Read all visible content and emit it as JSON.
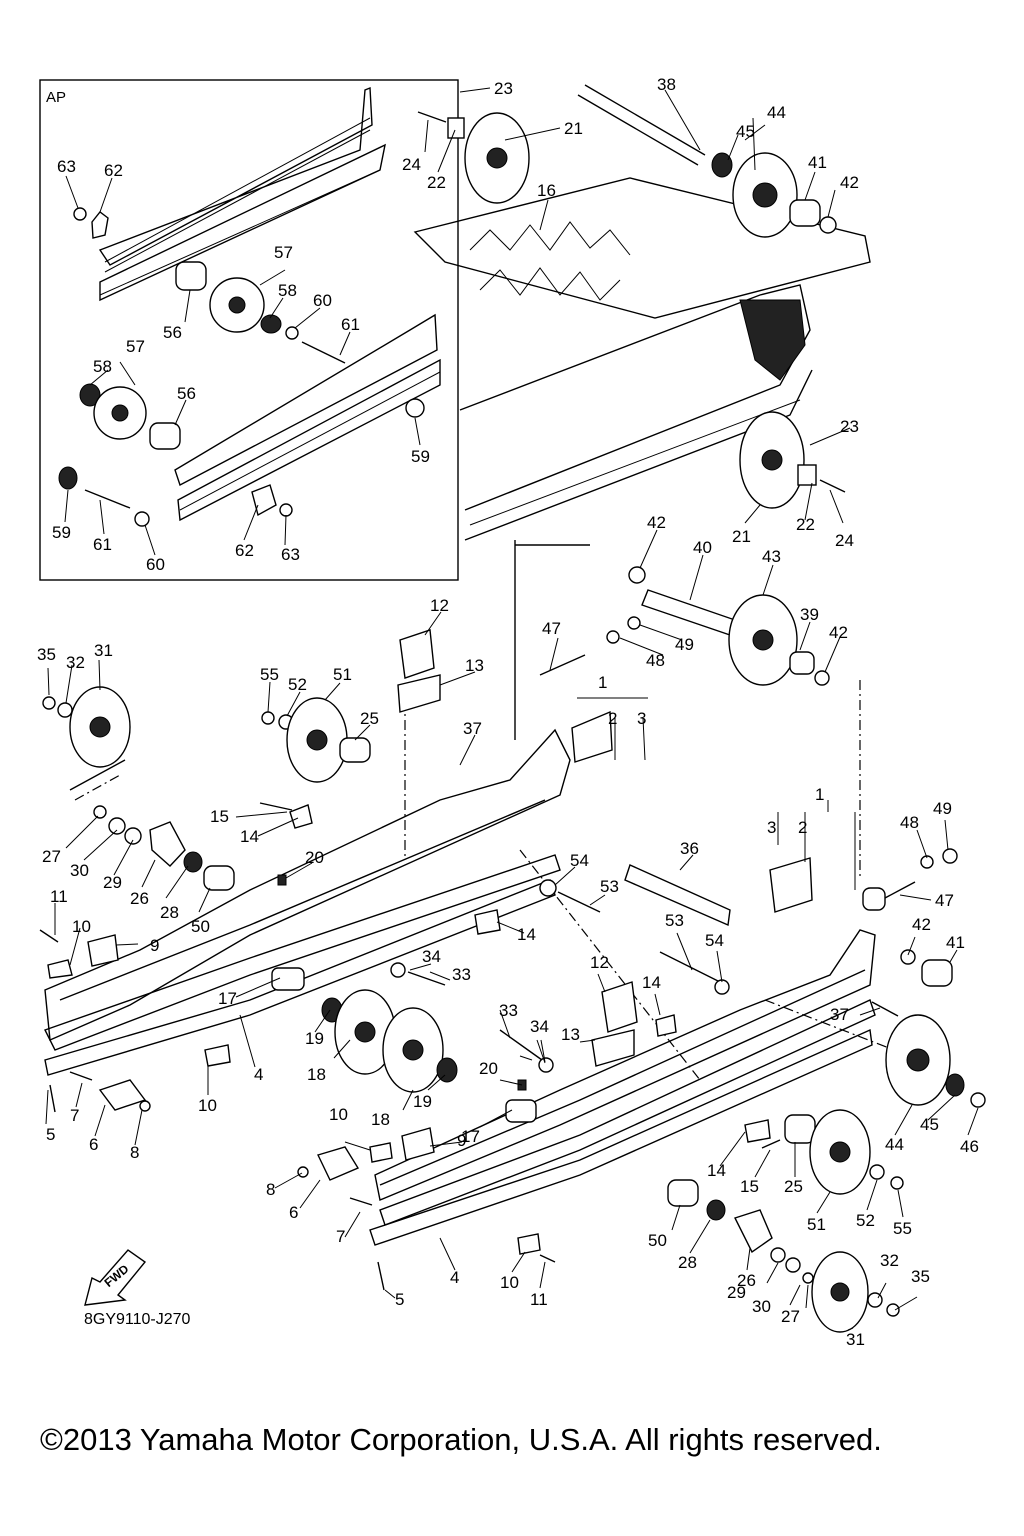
{
  "inset": {
    "title": "AP"
  },
  "diagram_code": "8GY9110-J270",
  "fwd_label": "FWD",
  "copyright": "©2013 Yamaha Motor Corporation, U.S.A. All rights reserved.",
  "callouts": [
    "63",
    "62",
    "57",
    "58",
    "60",
    "61",
    "56",
    "58",
    "57",
    "56",
    "59",
    "59",
    "61",
    "60",
    "62",
    "63",
    "23",
    "24",
    "22",
    "21",
    "38",
    "44",
    "45",
    "41",
    "42",
    "16",
    "23",
    "21",
    "22",
    "24",
    "42",
    "40",
    "43",
    "39",
    "42",
    "47",
    "49",
    "48",
    "1",
    "2",
    "3",
    "35",
    "32",
    "31",
    "55",
    "52",
    "51",
    "25",
    "12",
    "13",
    "37",
    "15",
    "14",
    "20",
    "27",
    "30",
    "29",
    "26",
    "28",
    "50",
    "11",
    "10",
    "9",
    "17",
    "4",
    "5",
    "7",
    "6",
    "8",
    "10",
    "19",
    "18",
    "34",
    "33",
    "54",
    "53",
    "36",
    "14",
    "1",
    "3",
    "2",
    "48",
    "49",
    "47",
    "42",
    "41",
    "12",
    "13",
    "14",
    "53",
    "54",
    "37",
    "33",
    "34",
    "20",
    "17",
    "19",
    "18",
    "10",
    "9",
    "8",
    "6",
    "7",
    "5",
    "4",
    "10",
    "11",
    "14",
    "15",
    "25",
    "51",
    "52",
    "55",
    "50",
    "28",
    "26",
    "29",
    "30",
    "27",
    "31",
    "32",
    "35",
    "44",
    "45",
    "46"
  ]
}
